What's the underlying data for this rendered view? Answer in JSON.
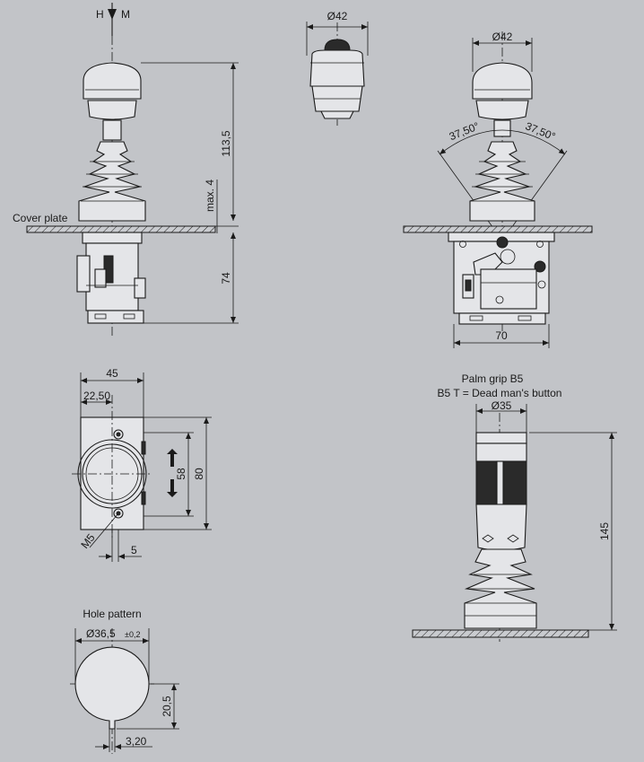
{
  "header": {
    "symbol_left": "H",
    "symbol_right": "M"
  },
  "side_view": {
    "cover_plate_label": "Cover plate",
    "height_above": "113,5",
    "max_gap": "max. 4",
    "depth_below": "74"
  },
  "grip_small": {
    "diameter": "Ø42"
  },
  "front_view": {
    "diameter": "Ø42",
    "angle_left": "37,50°",
    "angle_right": "37,50°",
    "width": "70"
  },
  "top_view": {
    "width_total": "45",
    "width_half": "22,50",
    "slot_length": "58",
    "plate_length": "80",
    "screw_label": "M5",
    "offset": "5"
  },
  "palm_grip": {
    "title_line1": "Palm grip B5",
    "title_line2": "B5 T = Dead man's button",
    "diameter": "Ø35",
    "height": "145"
  },
  "hole_pattern": {
    "title": "Hole pattern",
    "diameter": "Ø36,5",
    "tolerance": "±0,2",
    "depth": "20,5",
    "slot_width": "3,20"
  }
}
